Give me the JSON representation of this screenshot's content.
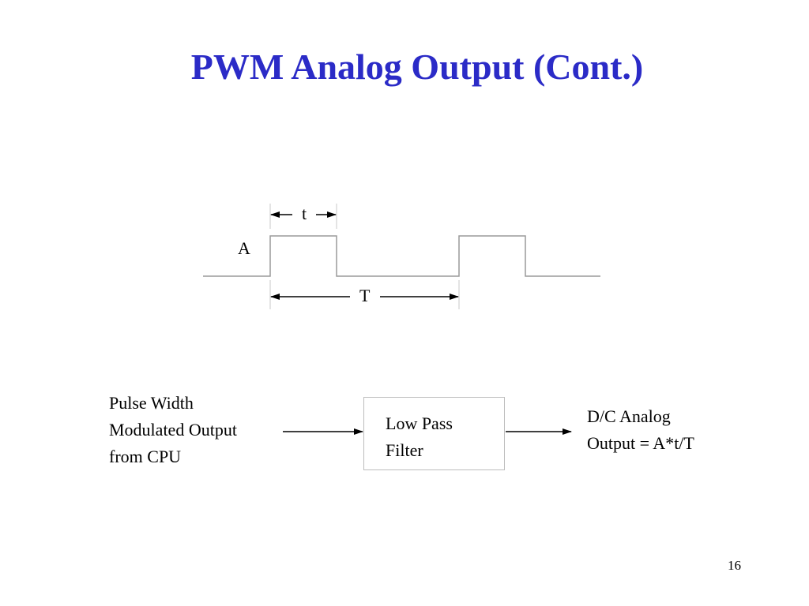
{
  "slide": {
    "title": "PWM Analog Output (Cont.)",
    "page_number": "16"
  },
  "waveform": {
    "amplitude_label": "A",
    "pulse_width_label": "t",
    "period_label": "T"
  },
  "block_diagram": {
    "input_lines": [
      "Pulse Width",
      "Modulated Output",
      "from CPU"
    ],
    "filter_lines": [
      "Low Pass",
      "Filter"
    ],
    "output_lines": [
      "D/C Analog",
      "Output = A*t/T"
    ]
  }
}
